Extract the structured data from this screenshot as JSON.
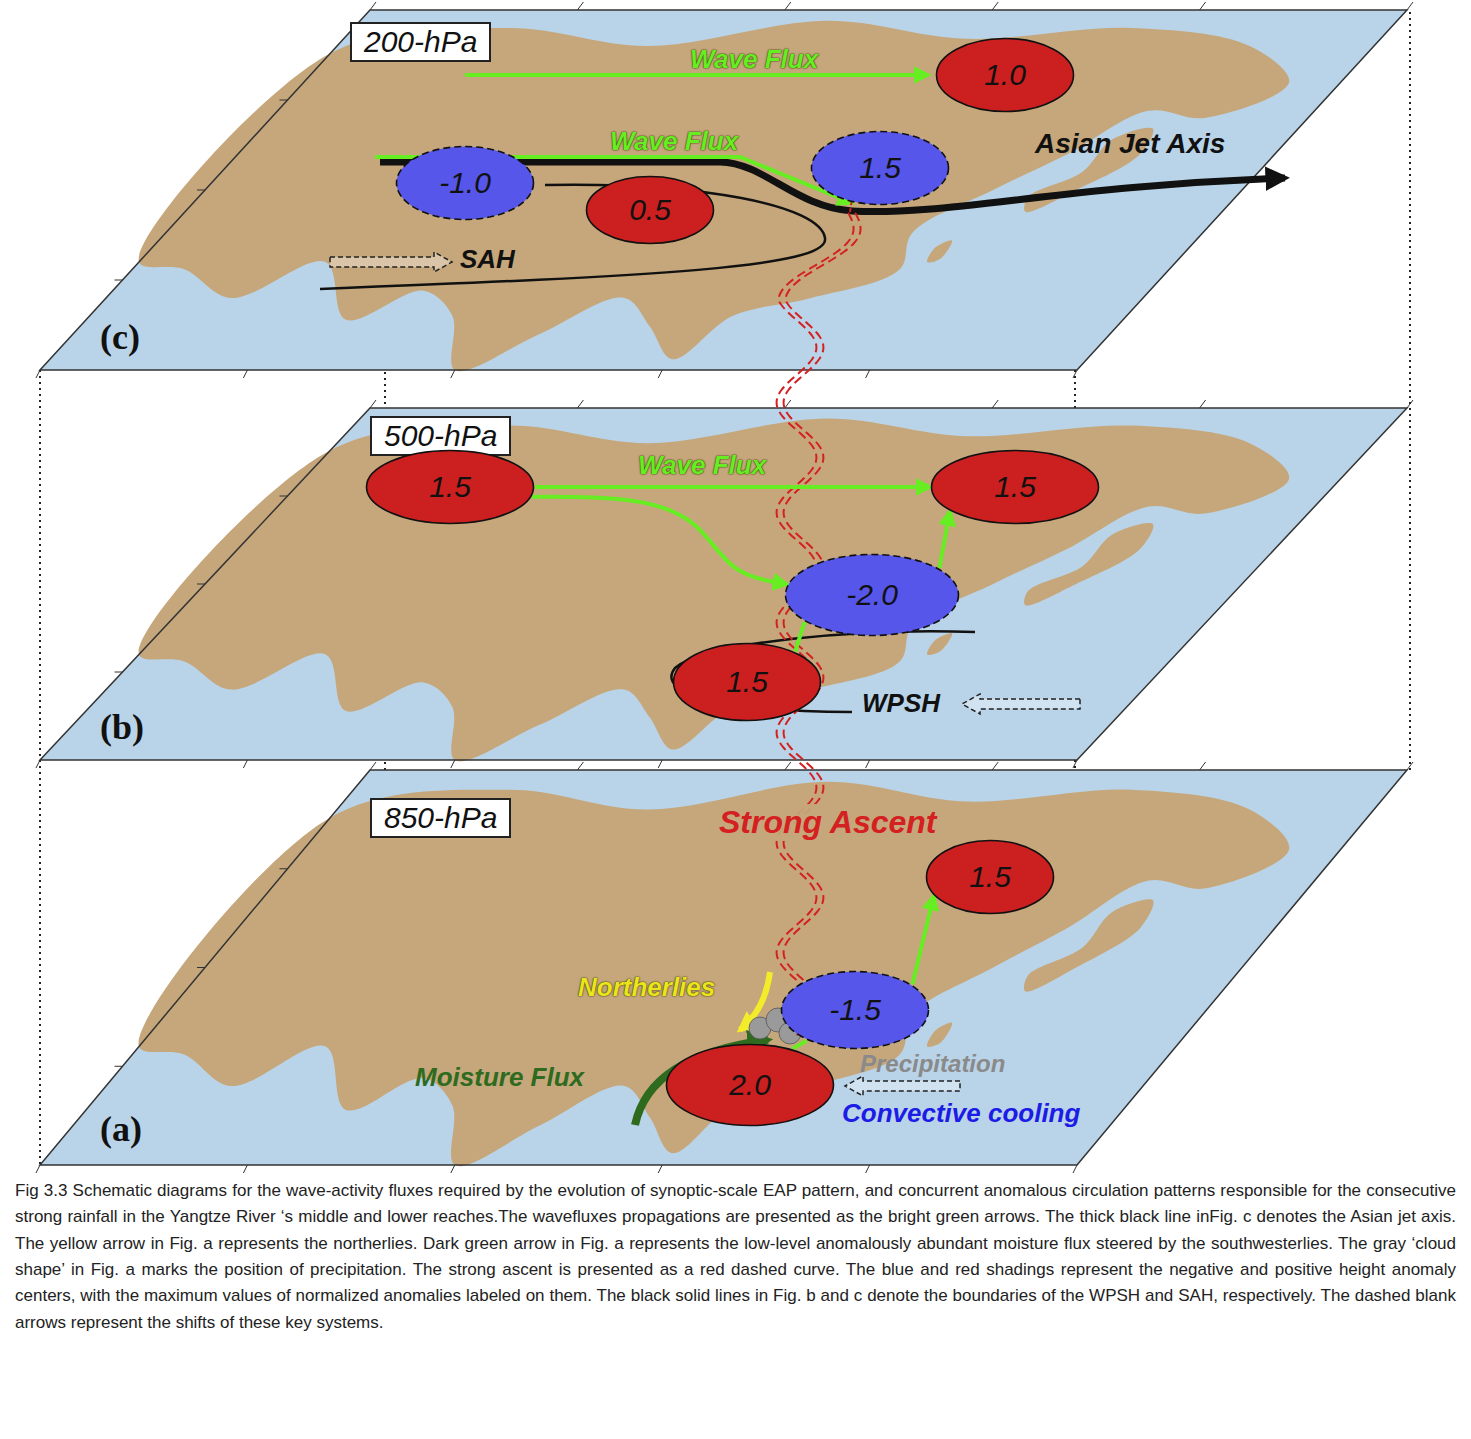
{
  "diagram": {
    "caption": "Fig 3.3   Schematic diagrams for the wave-activity fluxes required by the evolution of synoptic-scale EAP pattern, and concurrent anomalous circulation patterns responsible for the consecutive strong rainfall in the Yangtze River ‘s middle and lower reaches.The wavefluxes propagations are presented as the bright green arrows. The thick black line inFig. c denotes the Asian jet axis. The yellow arrow in Fig. a represents the northerlies. Dark green arrow in Fig. a represents the low-level anomalously abundant moisture flux steered by the southwesterlies. The gray ‘cloud shape’ in Fig. a marks the position of precipitation. The strong ascent is presented as a red dashed curve. The blue and red shadings represent the negative and positive height anomaly centers, with the maximum values of normalized anomalies labeled on them. The black solid lines in Fig. b and c denote the boundaries of the WPSH and SAH, respectively. The dashed blank arrows represent the shifts of these key systems.",
    "nodes": [
      {
        "text": [
          "200-hPa"
        ]
      },
      {
        "text": [
          "1.0"
        ]
      },
      {
        "text": [
          "-1.0"
        ]
      },
      {
        "text": [
          "0.5"
        ]
      },
      {
        "text": [
          "1.5"
        ]
      },
      {
        "text": [
          "500-hPa"
        ]
      },
      {
        "text": [
          "1.5"
        ]
      },
      {
        "text": [
          "1.5"
        ]
      },
      {
        "text": [
          "-2.0"
        ]
      },
      {
        "text": [
          "1.5"
        ]
      },
      {
        "text": [
          "850-hPa"
        ]
      },
      {
        "text": [
          "1.5"
        ]
      },
      {
        "text": [
          "-1.5"
        ]
      },
      {
        "text": [
          "2.0"
        ]
      }
    ],
    "edges": [
      {
        "from": 6,
        "to": 7,
        "label": "Wave Flux",
        "arrow": "to"
      },
      {
        "from": 6,
        "to": 8,
        "arrow": "to"
      },
      {
        "from": 9,
        "to": 8,
        "arrow": "none"
      },
      {
        "from": 8,
        "to": 7,
        "arrow": "to"
      },
      {
        "from": 13,
        "to": 12,
        "arrow": "none"
      },
      {
        "from": 12,
        "to": 11,
        "arrow": "to"
      }
    ],
    "labels": [
      "Wave Flux",
      "Wave Flux",
      "Asian Jet Axis",
      "SAH",
      "(c)",
      "(b)",
      "WPSH",
      "Strong Ascent",
      "Northerlies",
      "Precipitation",
      "Moisture Flux",
      "Convective cooling",
      "(a)"
    ]
  }
}
